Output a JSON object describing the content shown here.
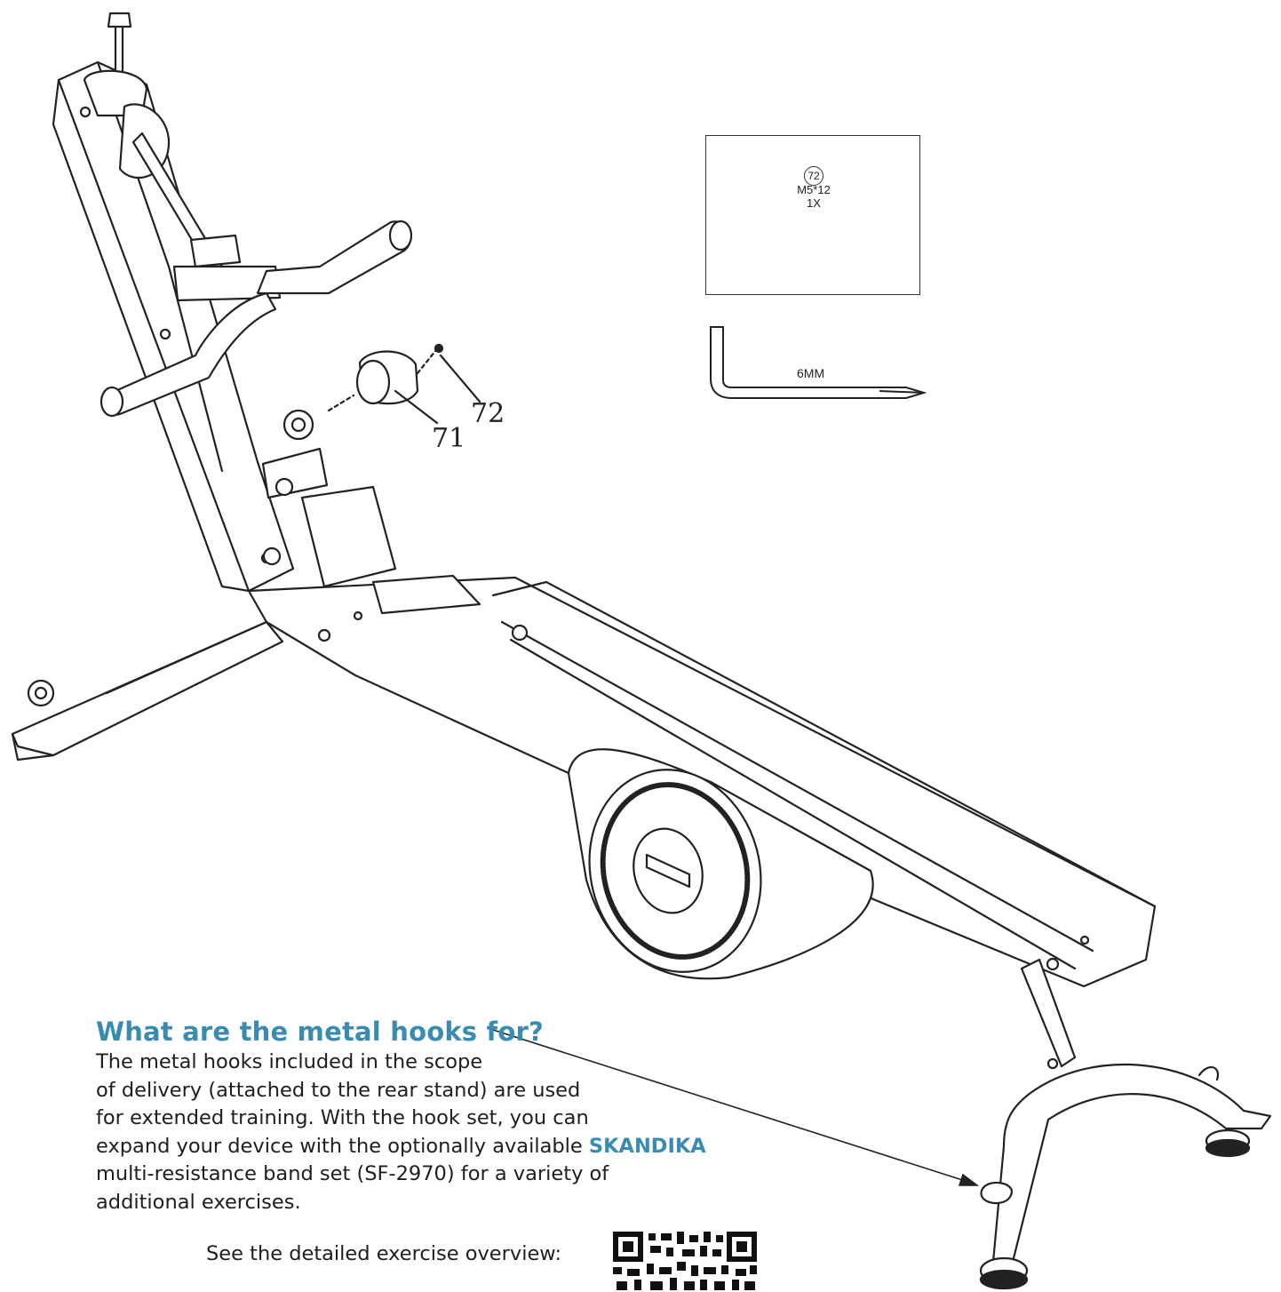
{
  "diagram": {
    "part_labels": {
      "p71": "71",
      "p72": "72"
    },
    "hardware": {
      "part_number": "72",
      "size": "M5*12",
      "quantity": "1X"
    },
    "wrench": {
      "label": "6MM"
    }
  },
  "info": {
    "heading": "What are the metal hooks for?",
    "lines": [
      "The metal hooks included in the scope",
      "of delivery (attached to the rear stand) are used",
      "for extended training. With the hook set, you can",
      "multi-resistance band set (SF-2970) for a variety of",
      "additional exercises."
    ],
    "line4_prefix": "expand your device with the optionally available ",
    "brand": "SKANDIKA",
    "qr_prompt": "See the detailed exercise overview:"
  },
  "colors": {
    "accent": "#3a8bb0",
    "line_art": "#222222"
  }
}
